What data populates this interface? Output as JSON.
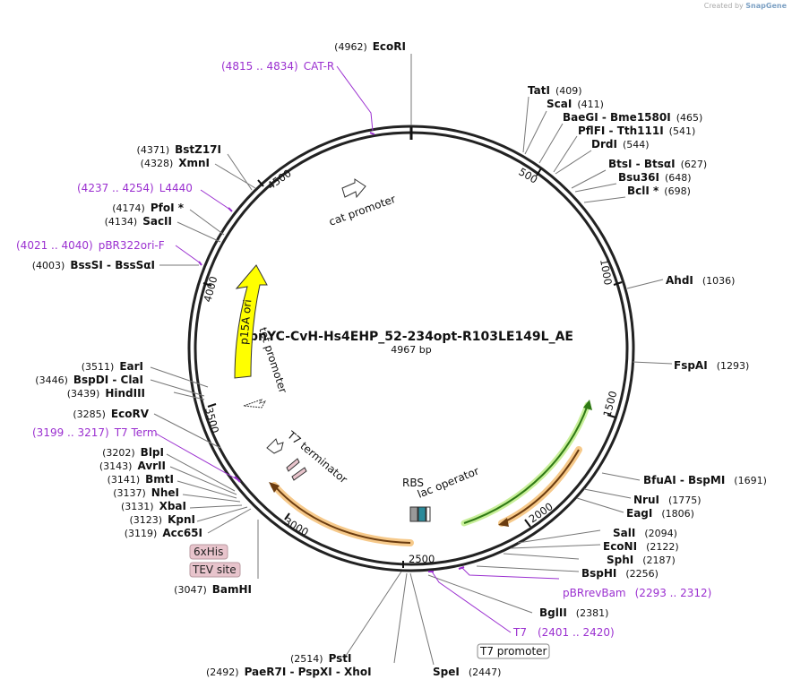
{
  "credit": {
    "prefix": "Created by",
    "brand": "SnapGene"
  },
  "plasmid": {
    "name": "pnYC-CvH-Hs4EHP_52-234opt-R103LE149L_AE",
    "length_label": "4967 bp",
    "length": 4967
  },
  "ticks": [
    "500",
    "1000",
    "1500",
    "2000",
    "2500",
    "3000",
    "3500",
    "4000",
    "4500"
  ],
  "features": {
    "cat_promoter": "cat promoter",
    "p15a_ori": "p15A ori",
    "tet_promoter": "tet promoter",
    "t7_terminator": "T7 terminator",
    "rbs": "RBS",
    "lac_operator": "lac operator",
    "his_tag": "6xHis",
    "tev_site": "TEV site",
    "t7_promoter": "T7 promoter"
  },
  "colors": {
    "backbone": "#222222",
    "ori": "#ffff00",
    "primer": "#9b30d0",
    "green_orf": "#3a9a1a",
    "brown_orf": "#b05a10",
    "orf_halo": "#f6c98a",
    "tag_fill": "#e8c4cc",
    "lac": "#2a8a9a"
  },
  "left_sites": [
    {
      "pos": "(4962)",
      "name": "EcoRI"
    },
    {
      "pos": "(4371)",
      "name": "BstZ17I"
    },
    {
      "pos": "(4328)",
      "name": "XmnI"
    },
    {
      "pos": "(4174)",
      "name": "PfoI *"
    },
    {
      "pos": "(4134)",
      "name": "SacII"
    },
    {
      "pos": "(4003)",
      "name": "BssSI - BssSαI"
    },
    {
      "pos": "(3511)",
      "name": "EarI"
    },
    {
      "pos": "(3446)",
      "name": "BspDI - ClaI"
    },
    {
      "pos": "(3439)",
      "name": "HindIII"
    },
    {
      "pos": "(3285)",
      "name": "EcoRV"
    },
    {
      "pos": "(3202)",
      "name": "BlpI"
    },
    {
      "pos": "(3143)",
      "name": "AvrII"
    },
    {
      "pos": "(3141)",
      "name": "BmtI"
    },
    {
      "pos": "(3137)",
      "name": "NheI"
    },
    {
      "pos": "(3131)",
      "name": "XbaI"
    },
    {
      "pos": "(3123)",
      "name": "KpnI"
    },
    {
      "pos": "(3119)",
      "name": "Acc65I"
    },
    {
      "pos": "(3047)",
      "name": "BamHI"
    }
  ],
  "right_sites": [
    {
      "pos": "(409)",
      "name": "TatI"
    },
    {
      "pos": "(411)",
      "name": "ScaI"
    },
    {
      "pos": "(465)",
      "name": "BaeGI - Bme1580I"
    },
    {
      "pos": "(541)",
      "name": "PflFI - Tth111I"
    },
    {
      "pos": "(544)",
      "name": "DrdI"
    },
    {
      "pos": "(627)",
      "name": "BtsI - BtsαI"
    },
    {
      "pos": "(648)",
      "name": "Bsu36I"
    },
    {
      "pos": "(698)",
      "name": "BclI *"
    },
    {
      "pos": "(1036)",
      "name": "AhdI"
    },
    {
      "pos": "(1293)",
      "name": "FspAI"
    },
    {
      "pos": "(1691)",
      "name": "BfuAI - BspMI"
    },
    {
      "pos": "(1775)",
      "name": "NruI"
    },
    {
      "pos": "(1806)",
      "name": "EagI"
    },
    {
      "pos": "(2094)",
      "name": "SalI"
    },
    {
      "pos": "(2122)",
      "name": "EcoNI"
    },
    {
      "pos": "(2187)",
      "name": "SphI"
    },
    {
      "pos": "(2256)",
      "name": "BspHI"
    },
    {
      "pos": "(2381)",
      "name": "BglII"
    }
  ],
  "bottom_sites": [
    {
      "pos": "(2514)",
      "name": "PstI"
    },
    {
      "pos": "(2492)",
      "name": "PaeR7I - PspXI - XhoI"
    },
    {
      "pos": "(2447)",
      "name": "SpeI"
    }
  ],
  "primers": [
    {
      "range": "(4815 .. 4834)",
      "name": "CAT-R"
    },
    {
      "range": "(4237 .. 4254)",
      "name": "L4440"
    },
    {
      "range": "(4021 .. 4040)",
      "name": "pBR322ori-F"
    },
    {
      "range": "(3199 .. 3217)",
      "name": "T7 Term"
    },
    {
      "range": "(2293 .. 2312)",
      "name": "pBRrevBam"
    },
    {
      "range": "(2401 .. 2420)",
      "name": "T7"
    }
  ]
}
